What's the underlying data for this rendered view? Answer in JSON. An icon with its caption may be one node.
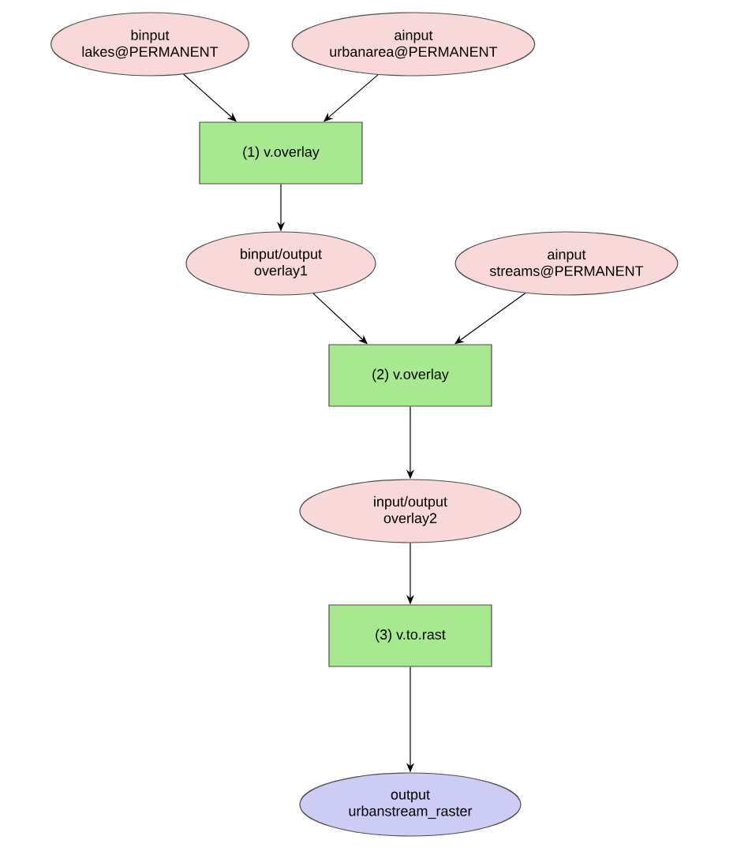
{
  "diagram": {
    "nodes": [
      {
        "text": [
          "binput",
          "lakes@PERMANENT"
        ]
      },
      {
        "text": [
          "ainput",
          "urbanarea@PERMANENT"
        ]
      },
      {
        "text": [
          "(1) v.overlay"
        ]
      },
      {
        "text": [
          "binput/output",
          "overlay1"
        ]
      },
      {
        "text": [
          "ainput",
          "streams@PERMANENT"
        ]
      },
      {
        "text": [
          "(2) v.overlay"
        ]
      },
      {
        "text": [
          "input/output",
          "overlay2"
        ]
      },
      {
        "text": [
          "(3) v.to.rast"
        ]
      },
      {
        "text": [
          "output",
          "urbanstream_raster"
        ]
      }
    ],
    "edges": [
      {
        "from": 0,
        "to": 2,
        "arrow": "to"
      },
      {
        "from": 1,
        "to": 2,
        "arrow": "to"
      },
      {
        "from": 2,
        "to": 3,
        "arrow": "to"
      },
      {
        "from": 3,
        "to": 5,
        "arrow": "to"
      },
      {
        "from": 4,
        "to": 5,
        "arrow": "to"
      },
      {
        "from": 5,
        "to": 6,
        "arrow": "to"
      },
      {
        "from": 6,
        "to": 7,
        "arrow": "to"
      },
      {
        "from": 7,
        "to": 8,
        "arrow": "to"
      }
    ]
  }
}
